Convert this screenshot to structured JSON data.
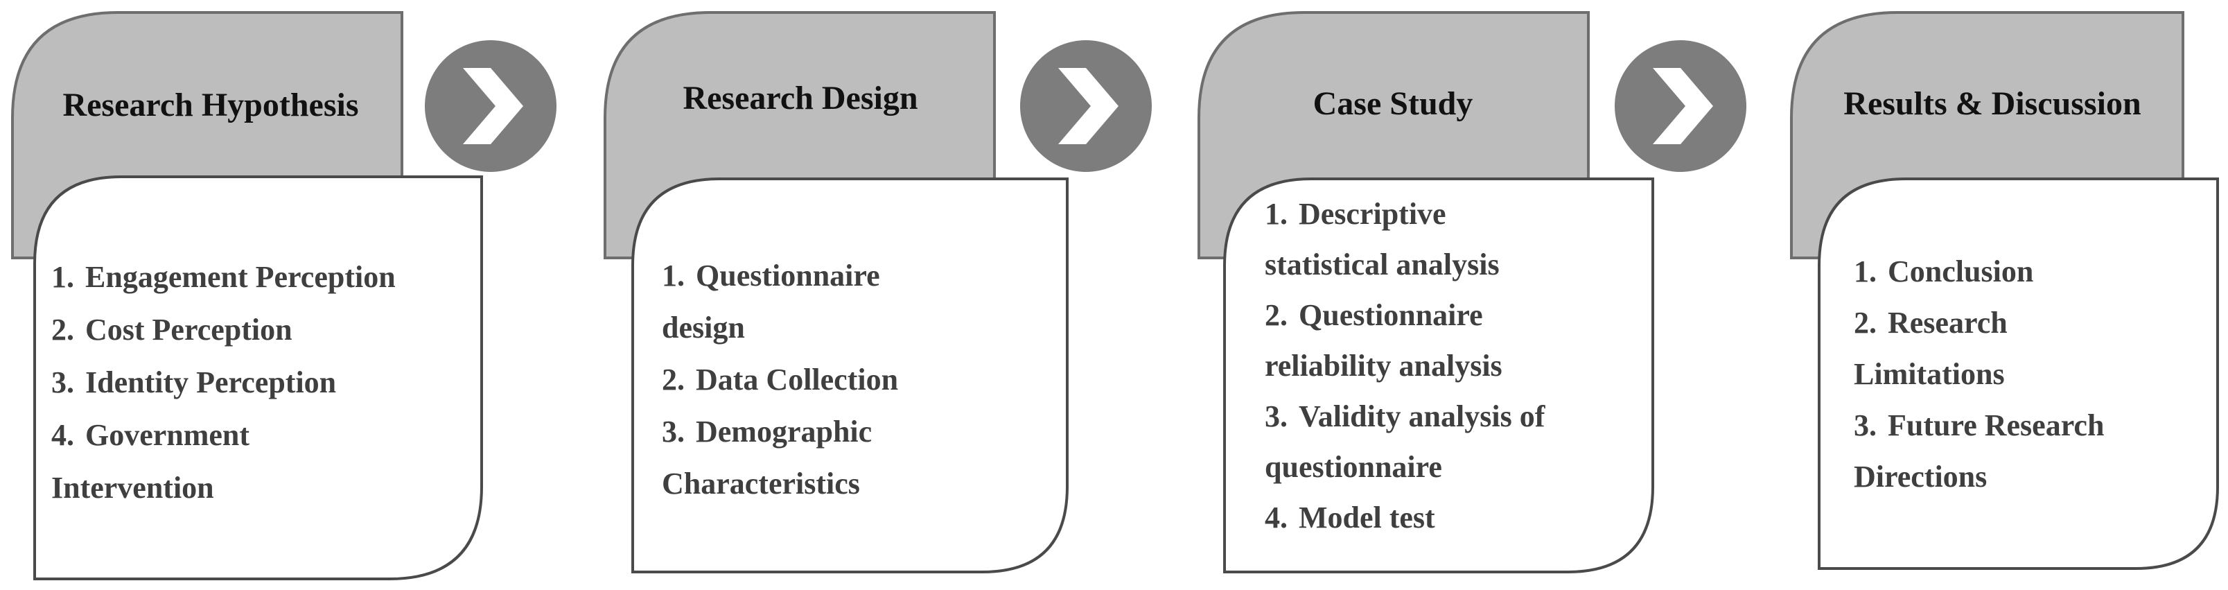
{
  "steps": [
    {
      "title": "Research Hypothesis",
      "items": [
        {
          "num": "1.",
          "text": "Engagement Perception"
        },
        {
          "num": "2.",
          "text": "Cost Perception"
        },
        {
          "num": "3.",
          "text": "Identity Perception"
        },
        {
          "num": "4.",
          "text": "Government Intervention"
        }
      ]
    },
    {
      "title": "Research Design",
      "items": [
        {
          "num": "1.",
          "text": "Questionnaire design"
        },
        {
          "num": "2.",
          "text": "Data Collection"
        },
        {
          "num": "3.",
          "text": "Demographic Characteristics"
        }
      ]
    },
    {
      "title": "Case Study",
      "items": [
        {
          "num": "1.",
          "text": "Descriptive statistical analysis"
        },
        {
          "num": "2.",
          "text": "Questionnaire reliability analysis"
        },
        {
          "num": "3.",
          "text": "Validity analysis of questionnaire"
        },
        {
          "num": "4.",
          "text": "Model test"
        }
      ]
    },
    {
      "title": "Results & Discussion",
      "items": [
        {
          "num": "1.",
          "text": "Conclusion"
        },
        {
          "num": "2.",
          "text": "Research Limitations"
        },
        {
          "num": "3.",
          "text": "Future Research Directions"
        }
      ]
    }
  ],
  "colors": {
    "tab_fill": "#bdbdbd",
    "tab_stroke": "#6e6e6e",
    "card_fill": "#ffffff",
    "card_stroke": "#4a4a4a",
    "arrow_circle": "#7d7d7d",
    "arrow_chevron": "#ffffff"
  }
}
